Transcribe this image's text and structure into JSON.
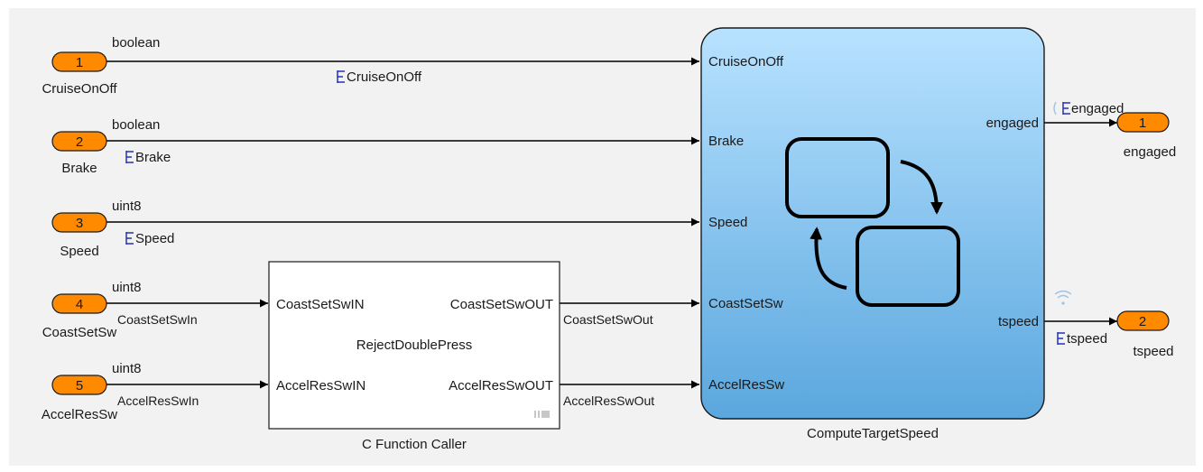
{
  "inports": [
    {
      "num": "1",
      "name": "CruiseOnOff",
      "type": "boolean",
      "signal": "CruiseOnOff"
    },
    {
      "num": "2",
      "name": "Brake",
      "type": "boolean",
      "signal": "Brake"
    },
    {
      "num": "3",
      "name": "Speed",
      "type": "uint8",
      "signal": "Speed"
    },
    {
      "num": "4",
      "name": "CoastSetSw",
      "type": "uint8",
      "signal": "CoastSetSwIn"
    },
    {
      "num": "5",
      "name": "AccelResSw",
      "type": "uint8",
      "signal": "AccelResSwIn"
    }
  ],
  "function_block": {
    "name": "C Function Caller",
    "function": "RejectDoublePress",
    "in_ports": [
      "CoastSetSwIN",
      "AccelResSwIN"
    ],
    "out_ports": [
      "CoastSetSwOUT",
      "AccelResSwOUT"
    ],
    "out_signals": [
      "CoastSetSwOut",
      "AccelResSwOut"
    ]
  },
  "chart_block": {
    "name": "ComputeTargetSpeed",
    "in_ports": [
      "CruiseOnOff",
      "Brake",
      "Speed",
      "CoastSetSw",
      "AccelResSw"
    ],
    "out_ports": [
      "engaged",
      "tspeed"
    ]
  },
  "outports": [
    {
      "num": "1",
      "name": "engaged",
      "signal": "engaged"
    },
    {
      "num": "2",
      "name": "tspeed",
      "signal": "tspeed"
    }
  ],
  "colors": {
    "port_fill": "#ff8a00",
    "chart_top": "#b8e2ff",
    "chart_bottom": "#5aa7de",
    "interface_icon": "#2433b8"
  }
}
